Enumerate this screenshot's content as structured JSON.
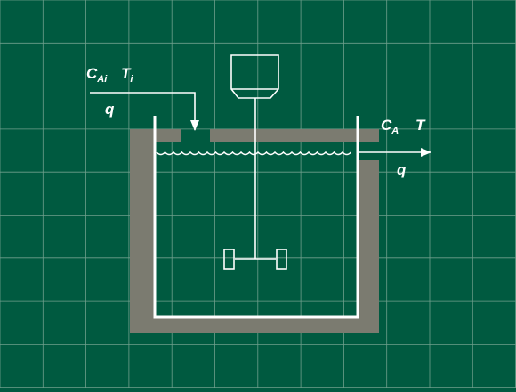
{
  "colors": {
    "background": "#005a40",
    "grid": "#6f9f8c",
    "jacket": "#7b7b70",
    "line": "#ffffff"
  },
  "labels": {
    "inlet_concentration": "C",
    "inlet_concentration_sub": "Ai",
    "inlet_temperature": "T",
    "inlet_temperature_sub": "i",
    "inlet_flow": "q",
    "outlet_concentration": "C",
    "outlet_concentration_sub": "A",
    "outlet_temperature": "T",
    "outlet_flow": "q"
  }
}
